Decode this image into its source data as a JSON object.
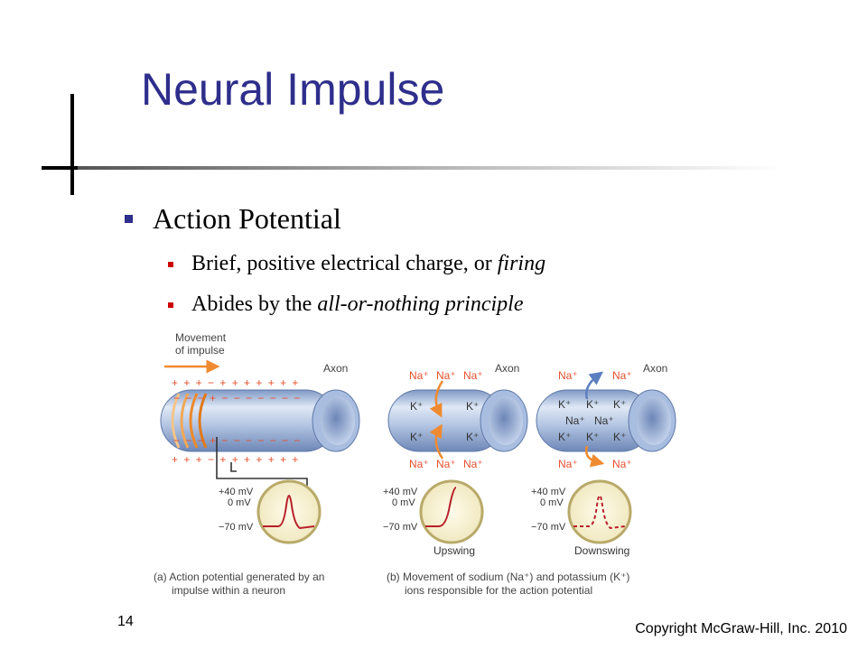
{
  "slide": {
    "title": "Neural Impulse",
    "bullet1": "Action Potential",
    "sub1": {
      "text": "Brief, positive electrical charge, or ",
      "em": "firing"
    },
    "sub2": {
      "text": "Abides by the ",
      "em": "all-or-nothing principle"
    },
    "page_number": "14",
    "copyright": "Copyright McGraw-Hill, Inc. 2010"
  },
  "figure": {
    "movement_label_1": "Movement",
    "movement_label_2": "of impulse",
    "axon_label": "Axon",
    "top_charges_a": "+ + + − + + + + + + +",
    "inner_top_a": "− − − + − − − − − − −",
    "inner_bottom_a": "− − − + − − − − − − −",
    "bottom_charges_a": "+ + + − + + + + + + +",
    "na": "Na⁺",
    "k": "K⁺",
    "mv_plus40": "+40 mV",
    "mv_0": "0 mV",
    "mv_minus70": "−70 mV",
    "upswing": "Upswing",
    "downswing": "Downswing",
    "caption_a_1": "(a)  Action potential generated by an",
    "caption_a_2": "impulse within a neuron",
    "caption_b_1": "(b)  Movement of sodium (Na⁺) and potassium (K⁺)",
    "caption_b_2": "ions responsible for the action potential"
  },
  "colors": {
    "title": "#2e2e8c",
    "accent": "#f08a30",
    "trace": "#b8202a",
    "axon": "#a7bde0"
  }
}
